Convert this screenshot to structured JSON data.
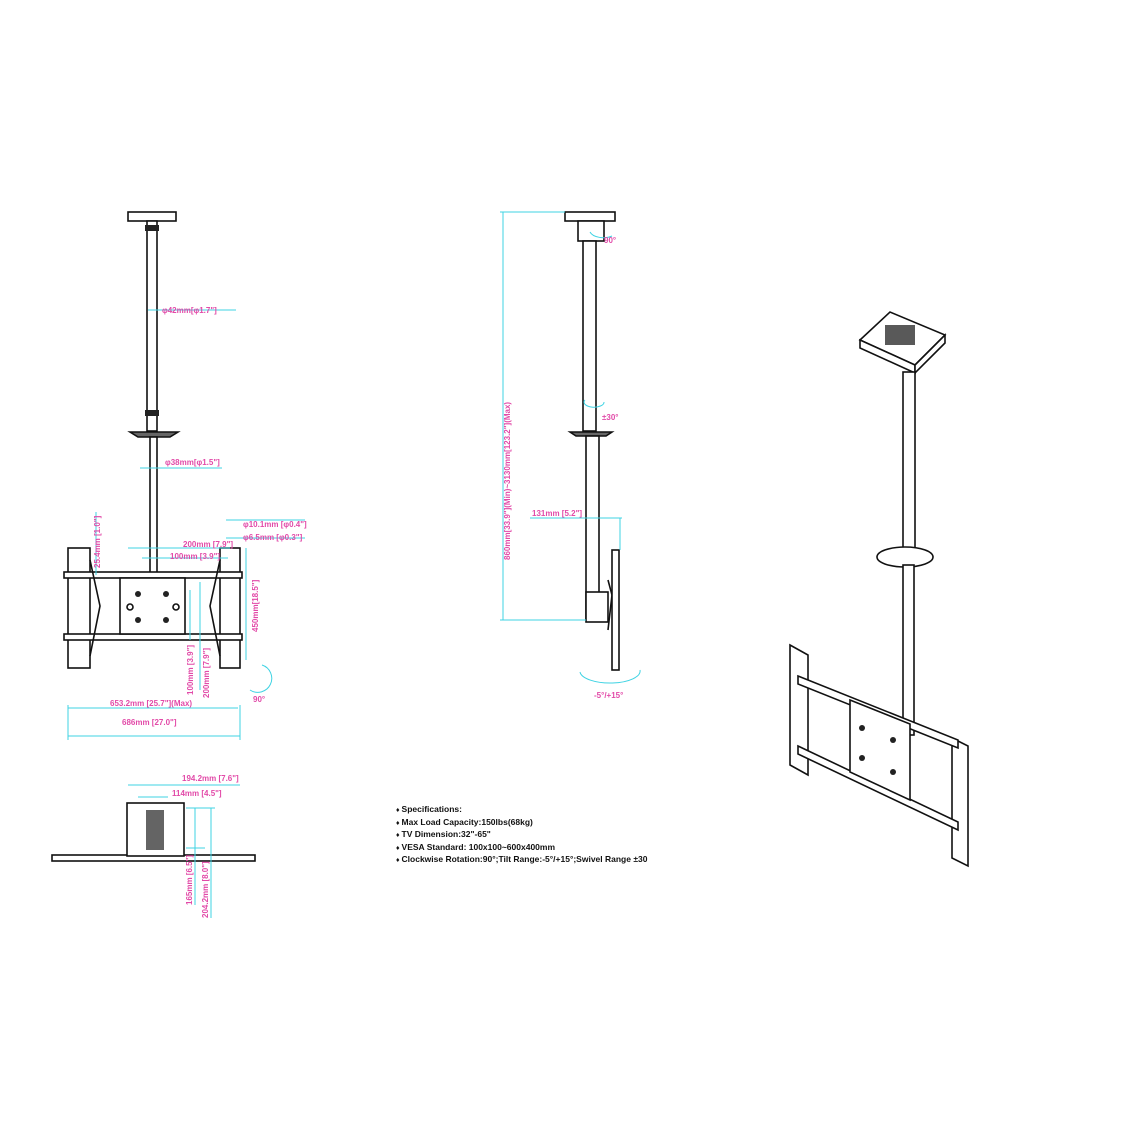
{
  "front_view": {
    "pole_upper_dia": "φ42mm[φ1.7\"]",
    "pole_lower_dia": "φ38mm[φ1.5\"]",
    "offset": "25.4mm [1.0\"]",
    "vesa_w_max": "200mm [7.9\"]",
    "vesa_w_min": "100mm [3.9\"]",
    "hole_large": "φ10.1mm [φ0.4\"]",
    "hole_small": "φ6.5mm [φ0.3\"]",
    "frame_height": "450mm[18.5\"]",
    "vesa_h_min": "100mm [3.9\"]",
    "vesa_h_max": "200mm [7.9\"]",
    "rotation": "90°",
    "width_inner": "653.2mm [25.7\"](Max)",
    "width_total": "686mm [27.0\"]"
  },
  "side_view": {
    "height_range": "860mm[33.9\"](Min)~3130mm[123.2\"](Max)",
    "top_rotation": "90°",
    "swivel": "±30°",
    "depth": "131mm [5.2\"]",
    "tilt": "-5°/+15°"
  },
  "top_view": {
    "plate_w": "194.2mm [7.6\"]",
    "hole_spacing": "114mm [4.5\"]",
    "height_a": "165mm [6.5\"]",
    "height_b": "204.2mm [8.0\"]"
  },
  "specs": [
    "Specifications:",
    "Max Load Capacity:150lbs(68kg)",
    "TV Dimension:32\"-65\"",
    "VESA Standard: 100x100~600x400mm",
    " Clockwise Rotation:90°;Tilt Range:-5°/+15°;Swivel Range ±30"
  ],
  "colors": {
    "dimension_line": "#3fd3e3",
    "dimension_text": "#e24aa8"
  }
}
